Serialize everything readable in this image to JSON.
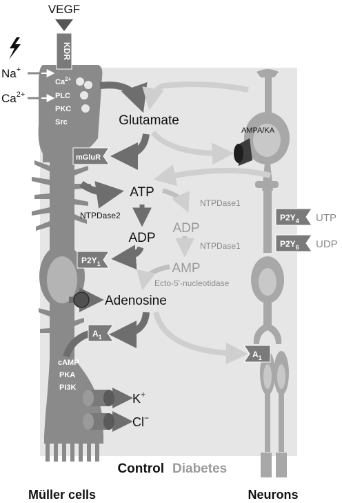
{
  "labels": {
    "vegf": "VEGF",
    "kdr": "KDR",
    "na": "Na",
    "na_sup": "+",
    "ca": "Ca",
    "ca_sup": "2+",
    "cell_ca": "Ca",
    "cell_ca_sup": "2+",
    "plc": "PLC",
    "pkc": "PKC",
    "src": "Src",
    "glutamate": "Glutamate",
    "ampa": "AMPA/KA",
    "mglur": "mGluR",
    "atp": "ATP",
    "ntpdase1_a": "NTPDase1",
    "ntpdase2": "NTPDase2",
    "adp_control": "ADP",
    "adp_diabetes": "ADP",
    "ntpdase1_b": "NTPDase1",
    "p2y1": "P2Y",
    "p2y1_sub": "1",
    "amp": "AMP",
    "ecto": "Ecto-5'-nucleotidase",
    "adenosine": "Adenosine",
    "a1_left": "A",
    "a1_left_sub": "1",
    "a1_right": "A",
    "a1_right_sub": "1",
    "camp": "cAMP",
    "pka": "PKA",
    "pi3k": "PI3K",
    "k": "K",
    "k_sup": "+",
    "cl": "Cl",
    "cl_sup": "−",
    "p2y4": "P2Y",
    "p2y4_sub": "4",
    "utp": "UTP",
    "p2y6": "P2Y",
    "p2y6_sub": "6",
    "udp": "UDP",
    "control": "Control",
    "diabetes": "Diabetes",
    "muller": "Müller cells",
    "neurons": "Neurons"
  },
  "colors": {
    "background": "#ffffff",
    "panel": "#e6e6e6",
    "muller_cell": "#8a8a8a",
    "neuron": "#a8a8a8",
    "control_arrow": "#6e6e6e",
    "diabetes_arrow": "#cfcfcf",
    "diabetes_text": "#9a9a9a",
    "text_dark": "#111111",
    "receptor_fill": "#7a7a7a"
  },
  "icons": {
    "lightning": "lightning-icon"
  }
}
